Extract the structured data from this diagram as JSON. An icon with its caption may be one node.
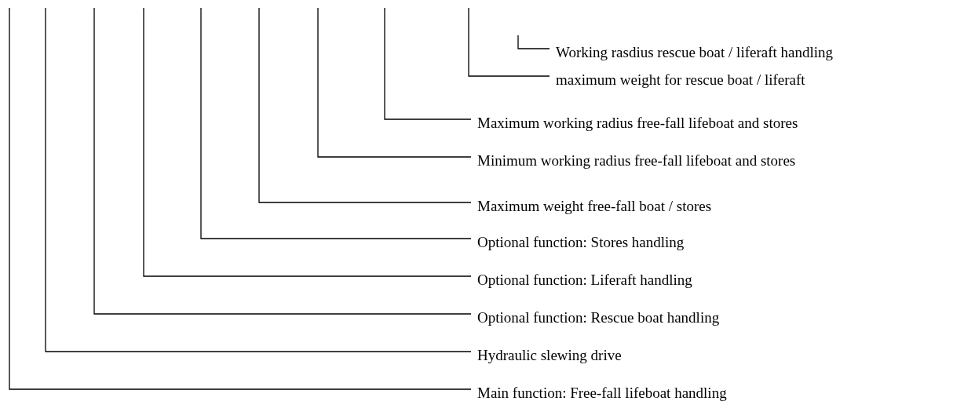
{
  "diagram": {
    "nodes": [
      {
        "text": [
          "Working rasdius rescue boat / liferaft handling"
        ]
      },
      {
        "text": [
          "maximum weight for rescue boat / liferaft"
        ]
      },
      {
        "text": [
          "Maximum working radius free-fall lifeboat and stores"
        ]
      },
      {
        "text": [
          "Minimum working radius free-fall lifeboat and stores"
        ]
      },
      {
        "text": [
          "Maximum weight free-fall boat / stores"
        ]
      },
      {
        "text": [
          "Optional function: Stores handling"
        ]
      },
      {
        "text": [
          "Optional function: Liferaft handling"
        ]
      },
      {
        "text": [
          "Optional function: Rescue boat handling"
        ]
      },
      {
        "text": [
          "Hydraulic slewing drive"
        ]
      },
      {
        "text": [
          "Main function:  Free-fall lifeboat handling"
        ]
      }
    ],
    "edges": [
      {
        "from": 0,
        "to": null,
        "arrow": "none"
      },
      {
        "from": 1,
        "to": null,
        "arrow": "none"
      },
      {
        "from": 2,
        "to": null,
        "arrow": "none"
      },
      {
        "from": 3,
        "to": null,
        "arrow": "none"
      },
      {
        "from": 4,
        "to": null,
        "arrow": "none"
      },
      {
        "from": 5,
        "to": null,
        "arrow": "none"
      },
      {
        "from": 6,
        "to": null,
        "arrow": "none"
      },
      {
        "from": 7,
        "to": null,
        "arrow": "none"
      },
      {
        "from": 8,
        "to": null,
        "arrow": "none"
      },
      {
        "from": 9,
        "to": null,
        "arrow": "none"
      }
    ]
  }
}
